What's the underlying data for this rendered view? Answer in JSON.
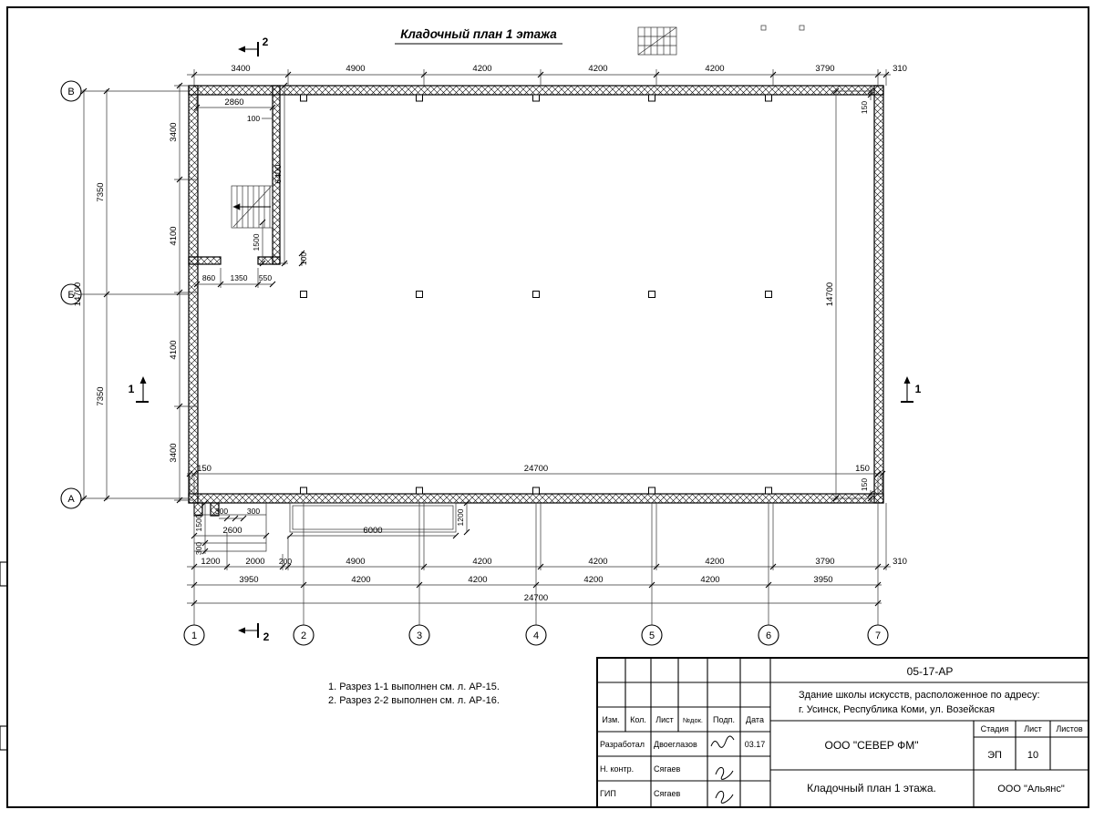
{
  "title": "Кладочный план 1 этажа",
  "axes": {
    "v": [
      "1",
      "2",
      "3",
      "4",
      "5",
      "6",
      "7"
    ],
    "h": [
      "В",
      "Б",
      "А"
    ]
  },
  "sections": {
    "s1": "1",
    "s2": "2"
  },
  "dims": {
    "top": [
      "3400",
      "4900",
      "4200",
      "4200",
      "4200",
      "3790",
      "310"
    ],
    "left_faces": [
      "3400",
      "4100",
      "4100",
      "3400"
    ],
    "left_half": [
      "7350",
      "7350"
    ],
    "left_total": "14700",
    "right_total": "14700",
    "right_150_top": "150",
    "right_150_bottom": "150",
    "inner_bottom": [
      "150",
      "24700",
      "150"
    ],
    "plan": {
      "room_width": "2860",
      "wall_100": "100",
      "room_depth": "6400",
      "stair_width": "1500",
      "jamb_100": "100",
      "seg_860": "860",
      "seg_1350": "1350",
      "seg_550": "550"
    },
    "porch": {
      "step_300_a": "300",
      "step_300_b": "300",
      "depth_1500": "1500",
      "step_300_c": "300",
      "width_2600": "2600",
      "ramp_6000": "6000",
      "ramp_1200": "1200"
    },
    "row1": [
      "1200",
      "2000",
      "200",
      "4900",
      "4200",
      "4200",
      "4200",
      "3790",
      "310"
    ],
    "row2": [
      "3950",
      "4200",
      "4200",
      "4200",
      "4200",
      "3950"
    ],
    "row3": "24700"
  },
  "notes": [
    "1. Разрез 1-1 выполнен см. л. АР-15.",
    "2. Разрез 2-2 выполнен см. л. АР-16."
  ],
  "titleblock": {
    "doc_number": "05-17-АР",
    "project_line1": "Здание школы искусств, расположенное по адресу:",
    "project_line2": "г. Усинск, Республика Коми, ул. Возейская",
    "header": {
      "izm": "Изм.",
      "kol": "Кол.",
      "list": "Лист",
      "ndok": "№док.",
      "podp": "Подп.",
      "data": "Дата"
    },
    "rows": [
      {
        "role": "Разработал",
        "name": "Двоеглазов",
        "date": "03.17"
      },
      {
        "role": "Н. контр.",
        "name": "Сягаев",
        "date": ""
      },
      {
        "role": "ГИП",
        "name": "Сягаев",
        "date": ""
      }
    ],
    "company": "ООО \"СЕВЕР ФМ\"",
    "stage_label": "Стадия",
    "sheet_label": "Лист",
    "sheets_label": "Листов",
    "stage": "ЭП",
    "sheet_number": "10",
    "drawing_title": "Кладочный план 1 этажа.",
    "contractor": "ООО \"Альянс\""
  }
}
